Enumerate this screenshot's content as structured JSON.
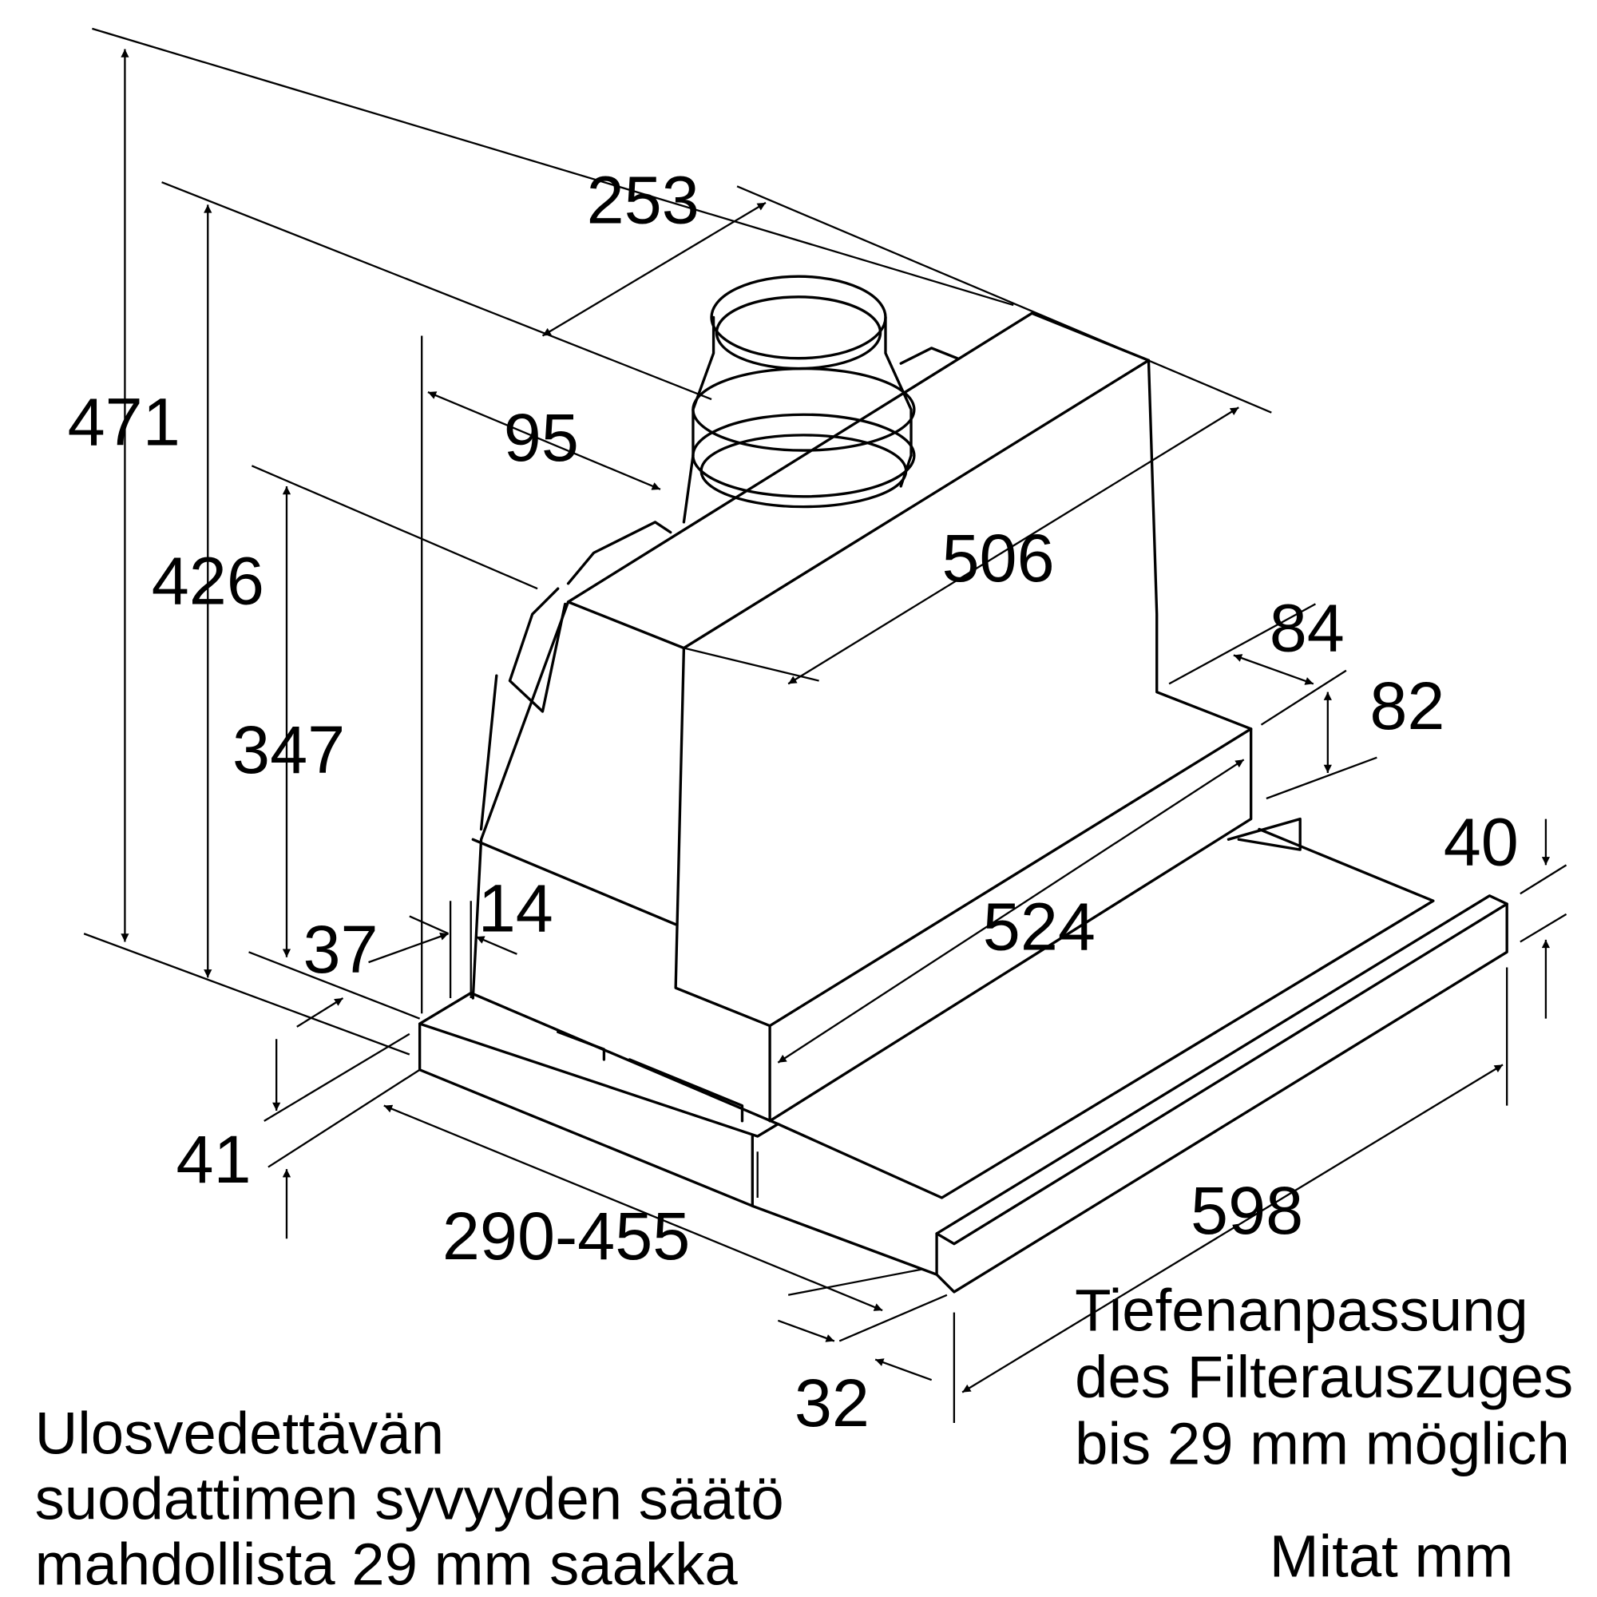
{
  "dimensions": {
    "d253": "253",
    "d95": "95",
    "d471": "471",
    "d426": "426",
    "d347": "347",
    "d506": "506",
    "d84": "84",
    "d82": "82",
    "d40": "40",
    "d14": "14",
    "d37": "37",
    "d524": "524",
    "d41": "41",
    "d290_455": "290-455",
    "d598": "598",
    "d32": "32"
  },
  "note_de": [
    "Tiefenanpassung",
    "des Filterauszuges",
    "bis 29 mm möglich"
  ],
  "note_fi": [
    "Ulosvedettävän",
    "suodattimen syvyyden säätö",
    "mahdollista 29 mm saakka"
  ],
  "units_label": "Mitat mm",
  "colors": {
    "line": "#000000",
    "background": "#ffffff"
  }
}
